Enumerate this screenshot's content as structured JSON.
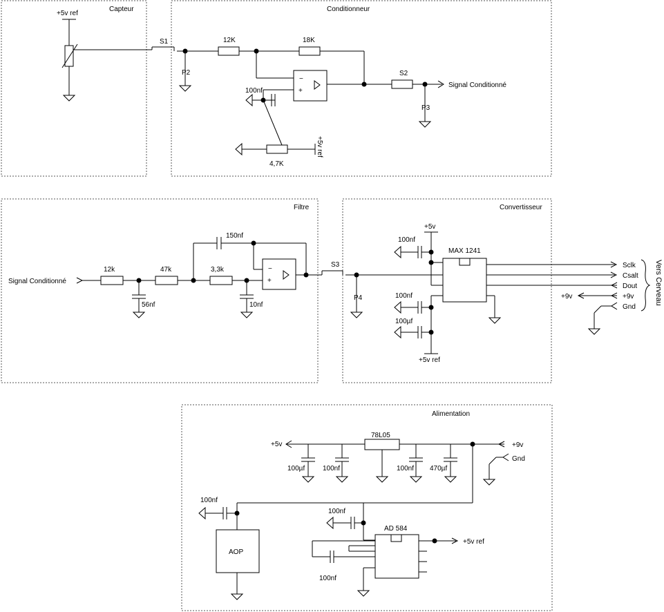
{
  "blocks": {
    "capteur": "Capteur",
    "conditionneur": "Conditionneur",
    "filtre": "Filtre",
    "convertisseur": "Convertisseur",
    "alimentation": "Alimentation"
  },
  "capteur": {
    "ref_label": "+5v ref"
  },
  "conditionneur": {
    "s1": "S1",
    "r1": "12K",
    "r2": "18K",
    "p2": "P2",
    "c1": "100nf",
    "s2": "S2",
    "p3": "P3",
    "output": "Signal Conditionné",
    "pot": "4,7K",
    "pot_ref": "+5v ref"
  },
  "filtre": {
    "input": "Signal Conditionné",
    "r1": "12k",
    "r2": "47k",
    "r3": "3,3k",
    "c_top": "150nf",
    "c1": "56nf",
    "c2": "10nf"
  },
  "convertisseur": {
    "s3": "S3",
    "p4": "P4",
    "vcc": "+5v",
    "chip": "MAX 1241",
    "c1": "100nf",
    "c2": "100nf",
    "c3": "100µf",
    "ref": "+5v ref",
    "signals": [
      "Sclk",
      "Csalt",
      "Dout",
      "+9v",
      "Gnd"
    ],
    "plus9v": "+9v",
    "destination": "Vers Cerveau"
  },
  "alimentation": {
    "out5v": "+5v",
    "reg": "78L05",
    "caps": [
      "100µf",
      "100nf",
      "100nf",
      "470µf"
    ],
    "in9v": "+9v",
    "gnd": "Gnd",
    "c_aop": "100nf",
    "aop": "AOP",
    "c_ad": "100nf",
    "ad": "AD 584",
    "c_ad2": "100nf",
    "ref_out": "+5v ref"
  }
}
